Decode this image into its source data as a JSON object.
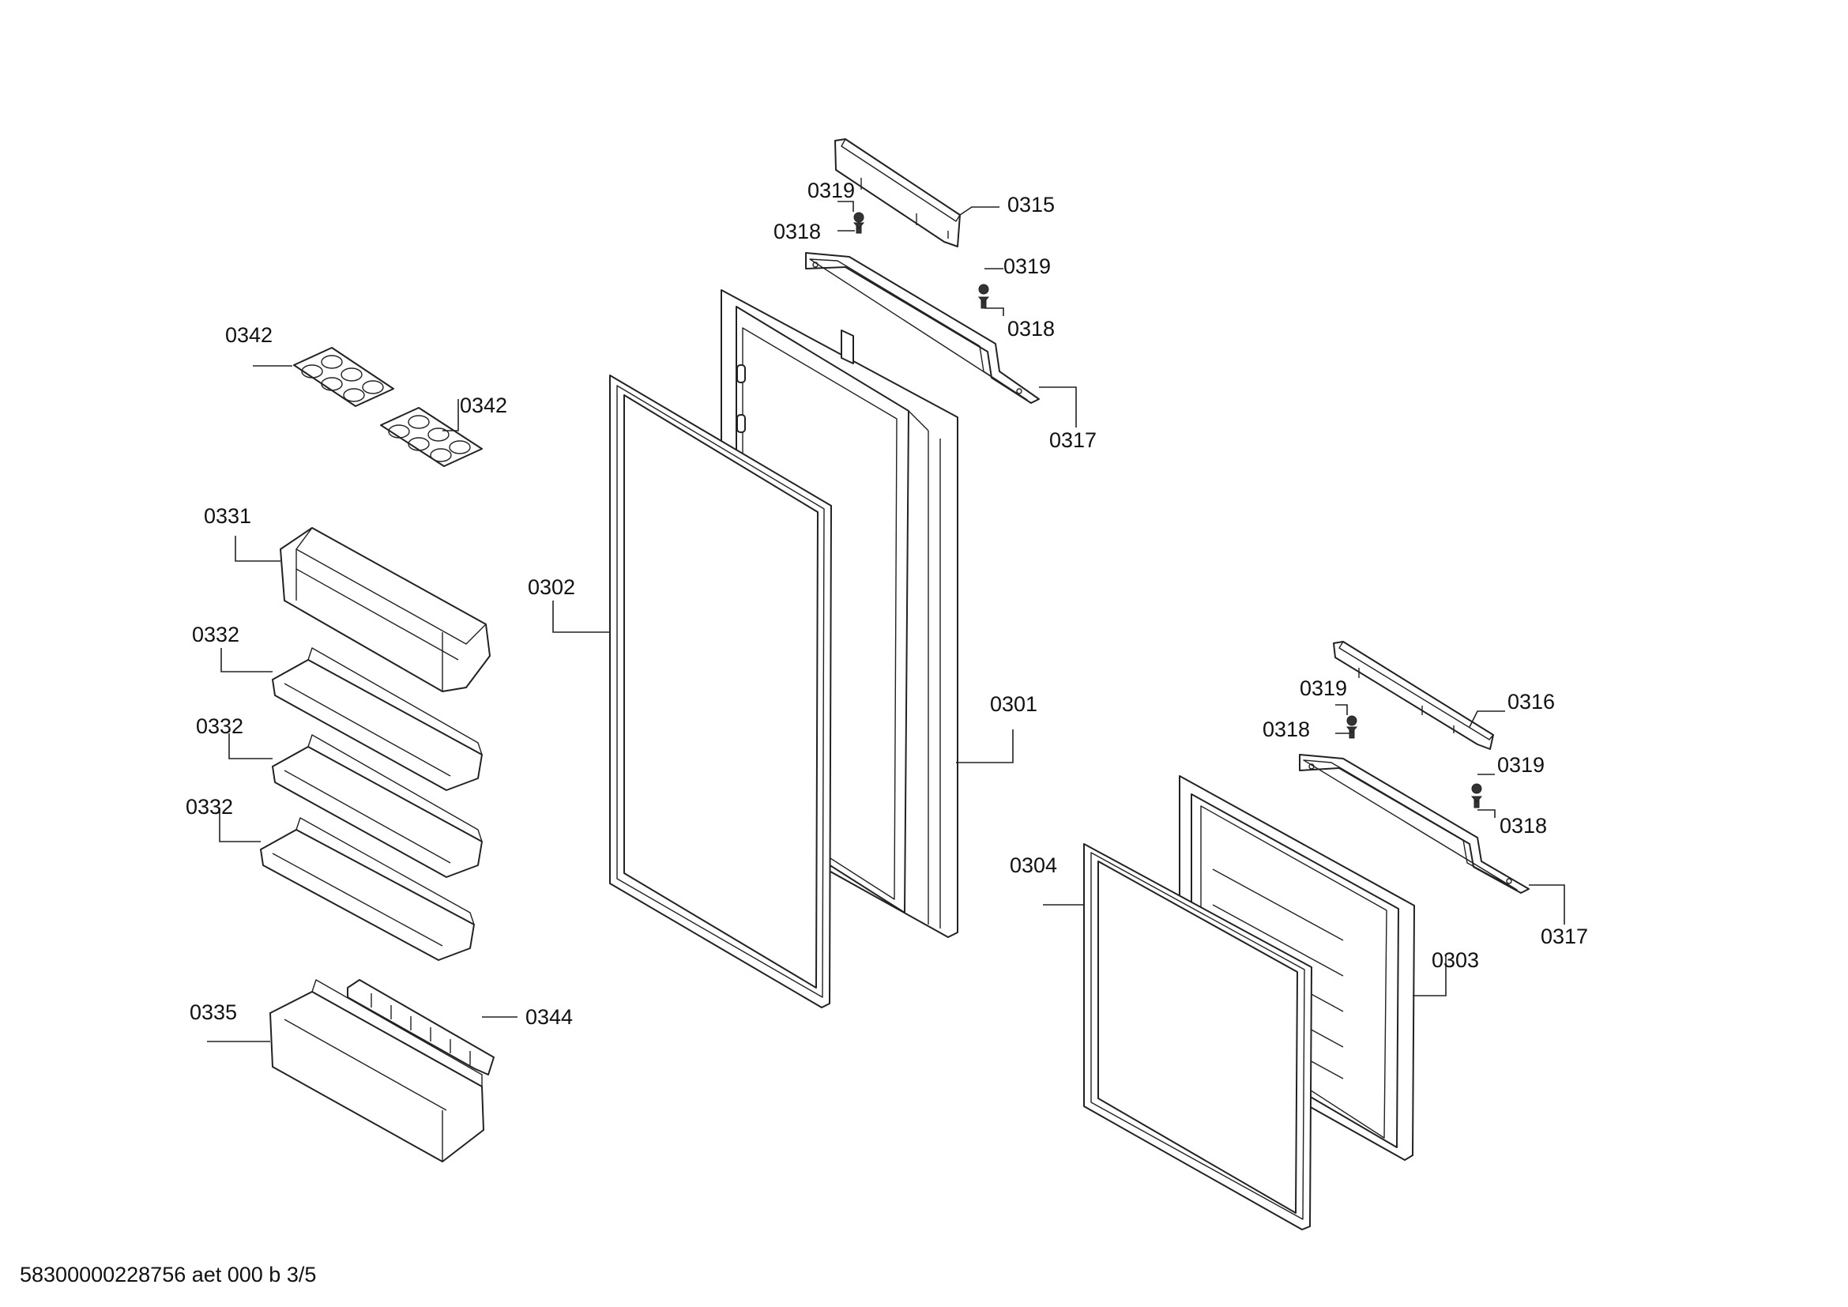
{
  "callouts": {
    "p0301": "0301",
    "p0302": "0302",
    "p0303": "0303",
    "p0304": "0304",
    "p0315": "0315",
    "p0316": "0316",
    "p0317_top": "0317",
    "p0317_bottom": "0317",
    "p0318_a": "0318",
    "p0318_b": "0318",
    "p0318_c": "0318",
    "p0318_d": "0318",
    "p0319_a": "0319",
    "p0319_b": "0319",
    "p0319_c": "0319",
    "p0319_d": "0319",
    "p0331": "0331",
    "p0332_a": "0332",
    "p0332_b": "0332",
    "p0332_c": "0332",
    "p0335": "0335",
    "p0342_a": "0342",
    "p0342_b": "0342",
    "p0344": "0344"
  },
  "footer": {
    "document_id": "58300000228756 aet 000 b 3/5"
  }
}
